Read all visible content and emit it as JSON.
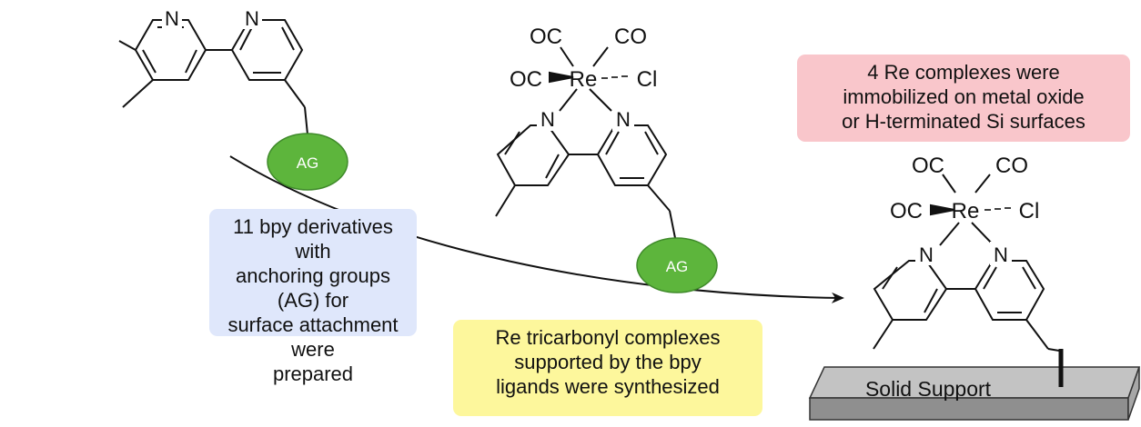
{
  "colors": {
    "blue_box": "#dfe7fb",
    "yellow_box": "#fdf79c",
    "red_box": "#f9c6cb",
    "ellipse": "#5db53c",
    "support_face": "#c3c3c3",
    "support_side": "#8f8f8f",
    "ink": "#111111"
  },
  "icons": [
    "curved-arrow-icon",
    "anchoring-group-ellipse",
    "solid-support-slab"
  ],
  "ligand": {
    "ring_atom": "N",
    "anchor_label": "AG"
  },
  "complex": {
    "co_top_left": "OC",
    "co_top_right": "CO",
    "co_left": "OC",
    "metal": "Re",
    "chloride": "Cl",
    "ring_atom": "N",
    "anchor_label": "AG"
  },
  "surface_complex": {
    "co_top_left": "OC",
    "co_top_right": "CO",
    "co_left": "OC",
    "metal": "Re",
    "chloride": "Cl",
    "ring_atom": "N",
    "support_label": "Solid Support"
  },
  "notes": {
    "ligands": [
      "11 bpy derivatives with",
      "anchoring groups (AG) for",
      "surface attachment were",
      "prepared"
    ],
    "complexes": [
      "Re tricarbonyl complexes",
      "supported by the bpy",
      "ligands were synthesized"
    ],
    "immobilized": [
      "4 Re complexes were",
      "immobilized on metal oxide",
      "or H-terminated Si surfaces"
    ]
  }
}
